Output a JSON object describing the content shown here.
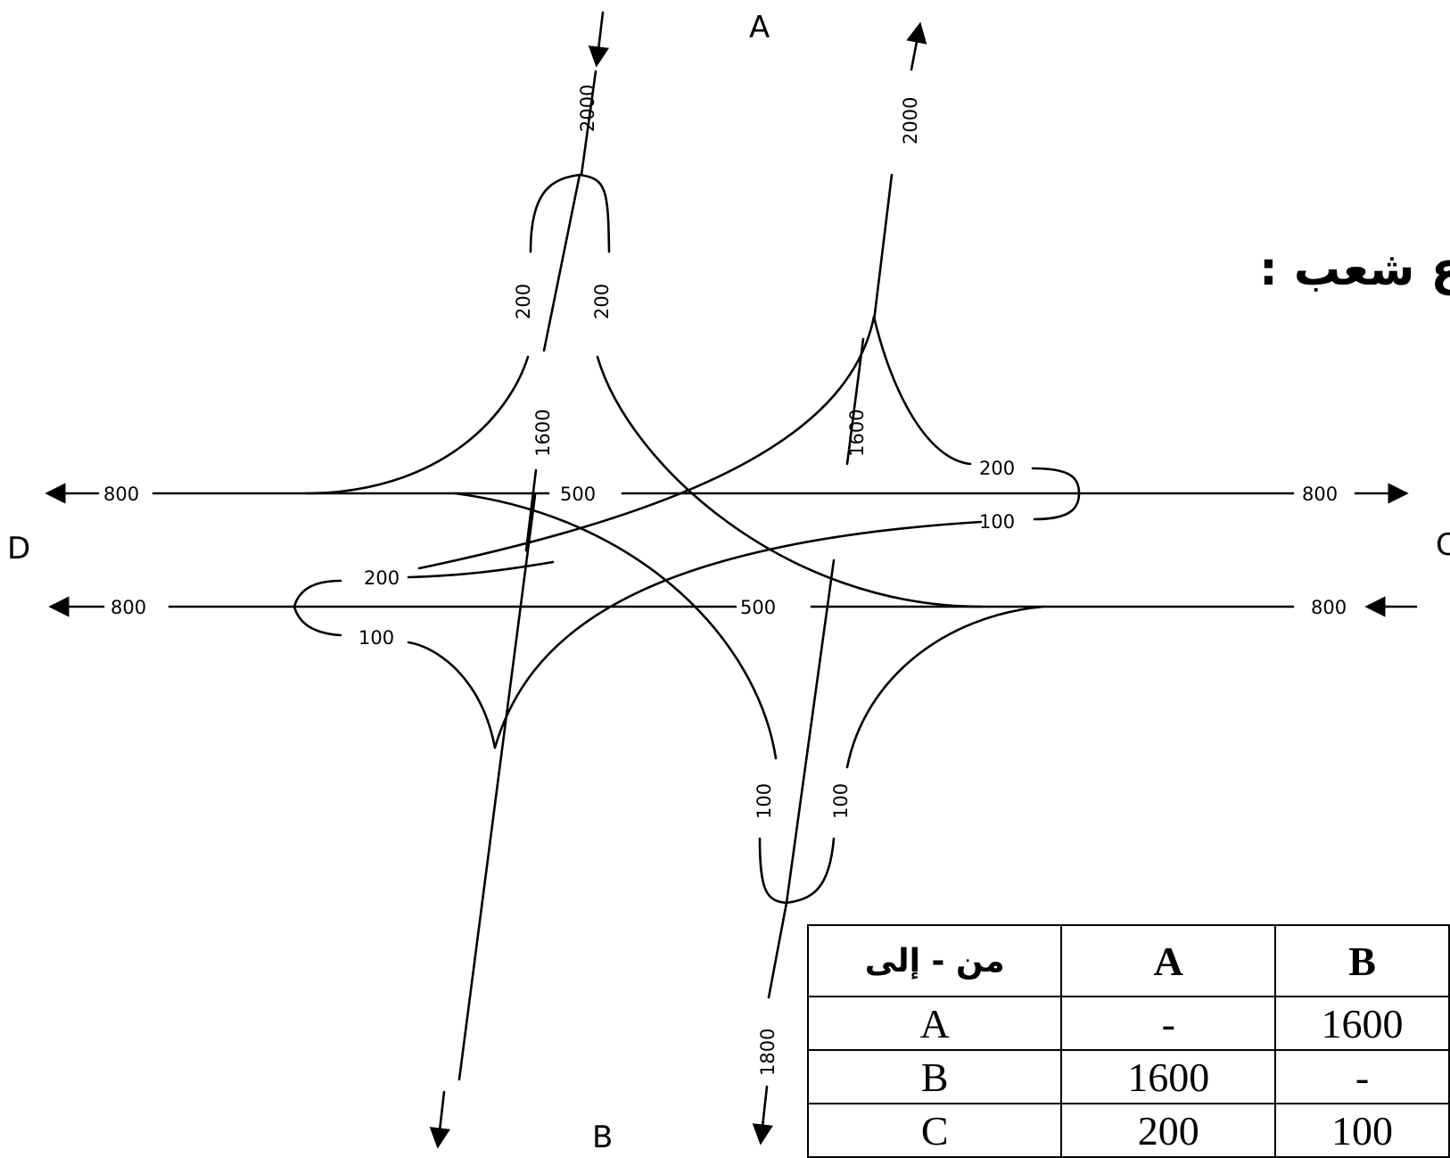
{
  "heading": "ع شعب :",
  "nodes": {
    "A": "A",
    "B": "B",
    "C": "C",
    "D": "D"
  },
  "flows": {
    "a_left": "2000",
    "a_right": "2000",
    "a_turn_left": "200",
    "a_turn_right": "200",
    "a_through": "1600",
    "b_through": "1600",
    "c_upper_200": "200",
    "c_upper_100": "100",
    "c_upper_800": "800",
    "c_lower_800": "800",
    "d_upper_800": "800",
    "d_lower_800": "800",
    "upper_500": "500",
    "lower_500": "500",
    "d_lower_200": "200",
    "d_lower_100": "100",
    "b_turn_left": "100",
    "b_turn_right": "100",
    "b_bottom": "1800"
  },
  "table": {
    "header": [
      "من - إلى",
      "A",
      "B"
    ],
    "rows": [
      [
        "A",
        "-",
        "1600"
      ],
      [
        "B",
        "1600",
        "-"
      ],
      [
        "C",
        "200",
        "100"
      ]
    ]
  }
}
